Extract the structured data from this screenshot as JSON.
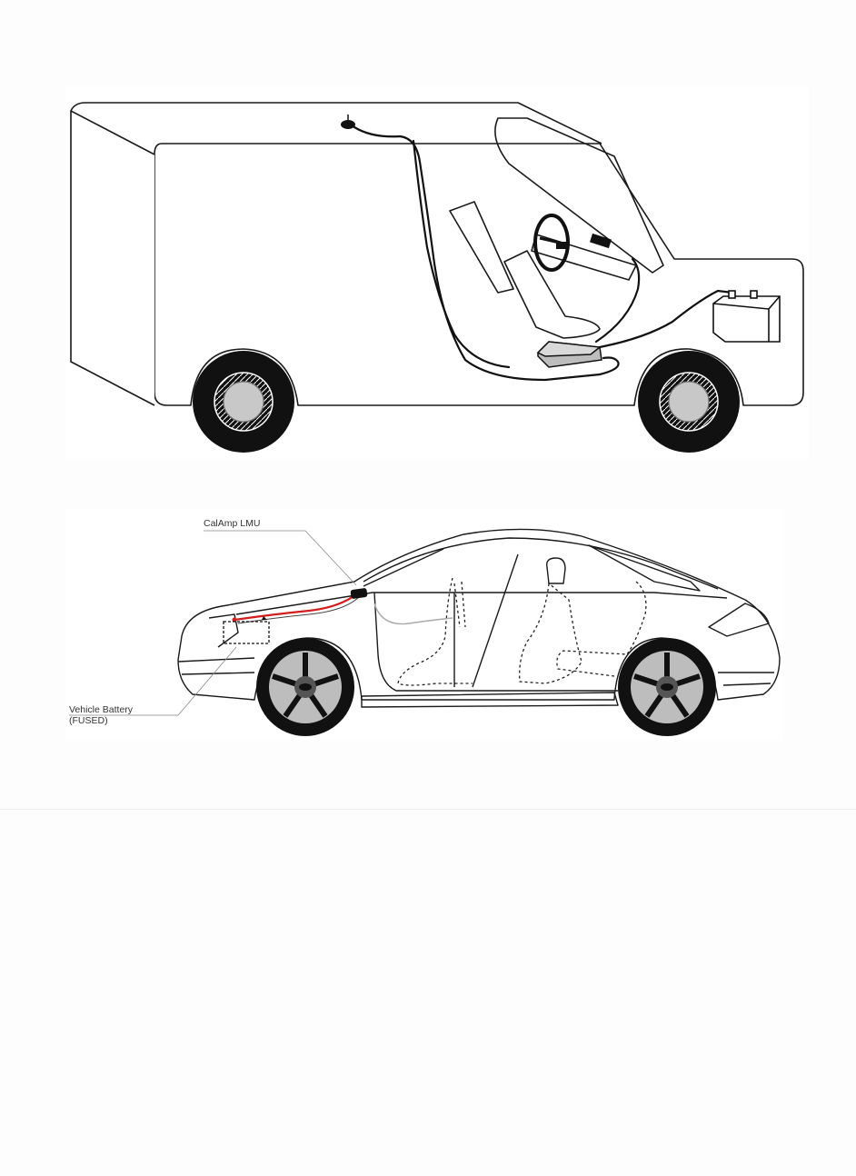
{
  "labels": {
    "lmu": "CalAmp LMU",
    "battery_line1": "Vehicle Battery",
    "battery_line2": "(FUSED)"
  },
  "colors": {
    "line": "#1a1a1a",
    "tire": "#111111",
    "rim": "#c8c8c8",
    "red_wire": "#d21e1e",
    "device_fill": "#bdbdbd",
    "background": "#ffffff"
  },
  "icons": {
    "van": "van-illustration",
    "car": "car-illustration",
    "device": "lmu-device-icon",
    "battery": "battery-icon",
    "antenna": "antenna-icon",
    "steering_wheel": "steering-wheel-icon"
  }
}
